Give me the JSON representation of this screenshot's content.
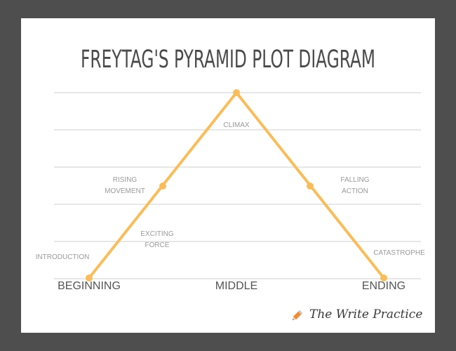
{
  "title": "FREYTAG'S PYRAMID PLOT DIAGRAM",
  "stages": {
    "introduction": "INTRODUCTION",
    "rising": [
      "RISING",
      "MOVEMENT"
    ],
    "exciting": [
      "EXCITING",
      "FORCE"
    ],
    "climax": "CLIMAX",
    "falling": [
      "FALLING",
      "ACTION"
    ],
    "catastrophe": "CATASTROPHE"
  },
  "sections": {
    "beginning": "BEGINNING",
    "middle": "MIDDLE",
    "ending": "ENDING"
  },
  "brand": "The Write Practice",
  "colors": {
    "line": "#f8bd5b",
    "grid": "#cfcfcf",
    "label": "#9a9a9a",
    "section": "#555555",
    "title": "#4a4a4a",
    "frame": "#4e4e4e",
    "pencil": "#ef8c3a"
  }
}
